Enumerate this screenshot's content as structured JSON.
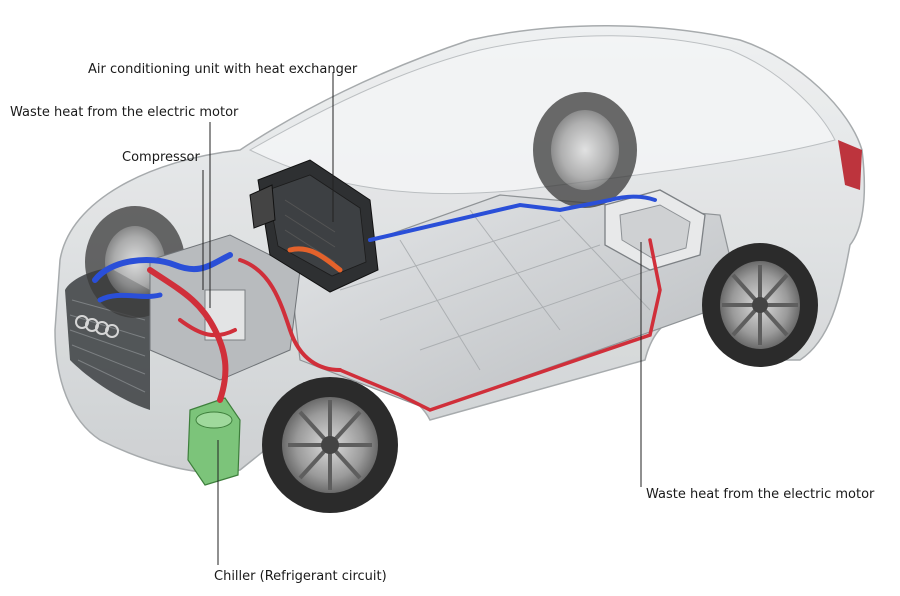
{
  "labels": {
    "ac_unit": "Air conditioning unit with heat exchanger",
    "waste_heat_front": "Waste heat from the electric motor",
    "compressor": "Compressor",
    "waste_heat_rear": "Waste heat from the electric motor",
    "chiller": "Chiller (Refrigerant circuit)"
  },
  "colors": {
    "body_glass": "#dfe1e3",
    "battery": "#c9cbcd",
    "hose_blue": "#2a4fd8",
    "hose_red": "#d02f3a",
    "chiller_green": "#7cc47a",
    "tire": "#2b2b2b",
    "callout_line": "#222222"
  }
}
